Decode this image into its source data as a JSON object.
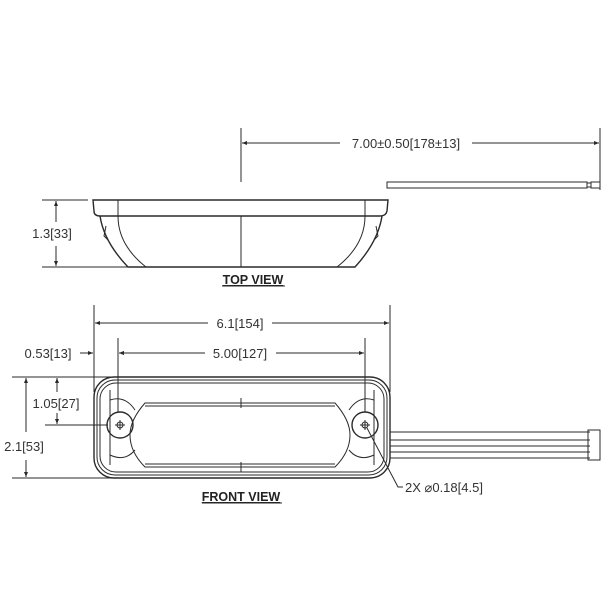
{
  "dimensions": {
    "wire_length": "7.00±0.50[178±13]",
    "top_height": "1.3[33]",
    "overall_width": "6.1[154]",
    "hole_spacing": "5.00[127]",
    "hole_offset_x": "0.53[13]",
    "hole_offset_y": "1.05[27]",
    "overall_height": "2.1[53]",
    "hole_diameter": "2X ⌀0.18[4.5]"
  },
  "views": {
    "top": "TOP VIEW",
    "front": "FRONT VIEW"
  },
  "colors": {
    "line": "#2a2a2a",
    "text": "#333333"
  }
}
